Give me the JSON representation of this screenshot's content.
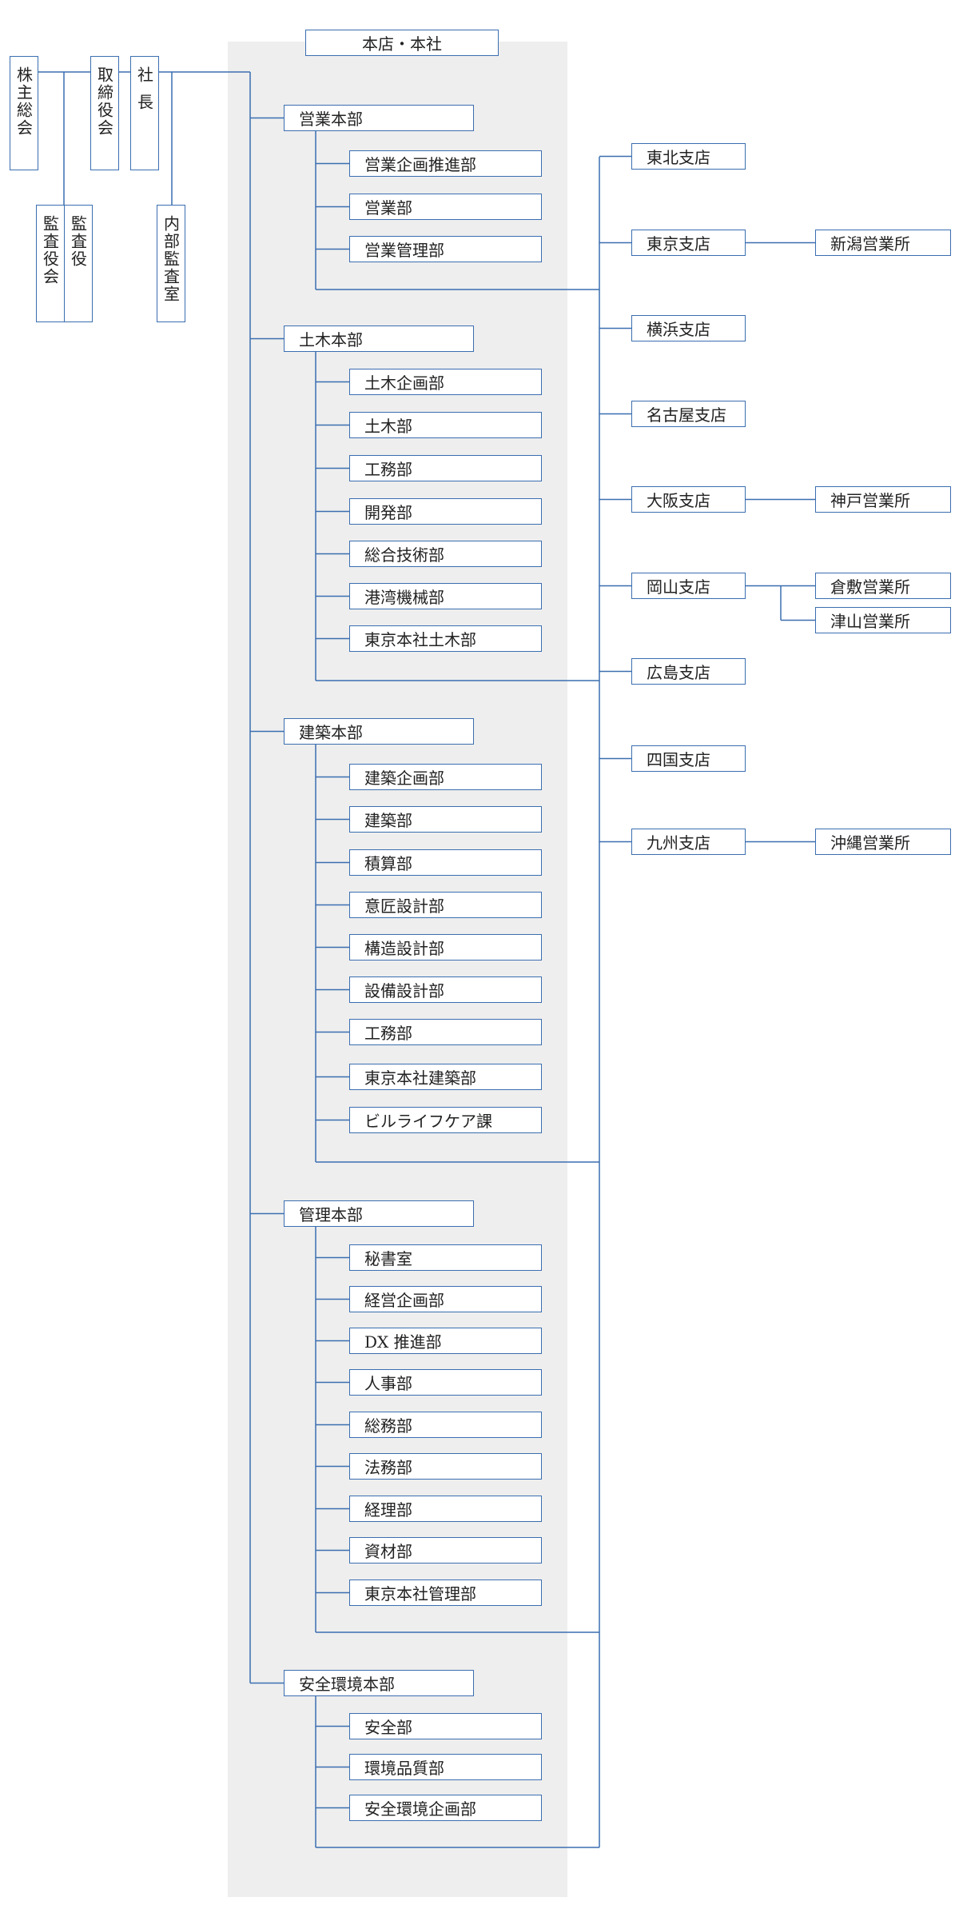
{
  "header": {
    "title": "本店・本社"
  },
  "governance": {
    "shareholders": "株主総会",
    "board": "取締役会",
    "president": "社長",
    "audit_board": "監査役会",
    "auditors": "監査役",
    "internal_audit": "内部監査室"
  },
  "divisions": [
    {
      "name": "営業本部",
      "departments": [
        "営業企画推進部",
        "営業部",
        "営業管理部"
      ]
    },
    {
      "name": "土木本部",
      "departments": [
        "土木企画部",
        "土木部",
        "工務部",
        "開発部",
        "総合技術部",
        "港湾機械部",
        "東京本社土木部"
      ]
    },
    {
      "name": "建築本部",
      "departments": [
        "建築企画部",
        "建築部",
        "積算部",
        "意匠設計部",
        "構造設計部",
        "設備設計部",
        "工務部",
        "東京本社建築部",
        "ビルライフケア課"
      ]
    },
    {
      "name": "管理本部",
      "departments": [
        "秘書室",
        "経営企画部",
        "DX 推進部",
        "人事部",
        "総務部",
        "法務部",
        "経理部",
        "資材部",
        "東京本社管理部"
      ]
    },
    {
      "name": "安全環境本部",
      "departments": [
        "安全部",
        "環境品質部",
        "安全環境企画部"
      ]
    }
  ],
  "branches": [
    {
      "name": "東北支店",
      "offices": []
    },
    {
      "name": "東京支店",
      "offices": [
        "新潟営業所"
      ]
    },
    {
      "name": "横浜支店",
      "offices": []
    },
    {
      "name": "名古屋支店",
      "offices": []
    },
    {
      "name": "大阪支店",
      "offices": [
        "神戸営業所"
      ]
    },
    {
      "name": "岡山支店",
      "offices": [
        "倉敷営業所",
        "津山営業所"
      ]
    },
    {
      "name": "広島支店",
      "offices": []
    },
    {
      "name": "四国支店",
      "offices": []
    },
    {
      "name": "九州支店",
      "offices": [
        "沖縄営業所"
      ]
    }
  ],
  "colors": {
    "line": "#3a6eb0",
    "panel": "#eeeeee",
    "text": "#222222"
  }
}
